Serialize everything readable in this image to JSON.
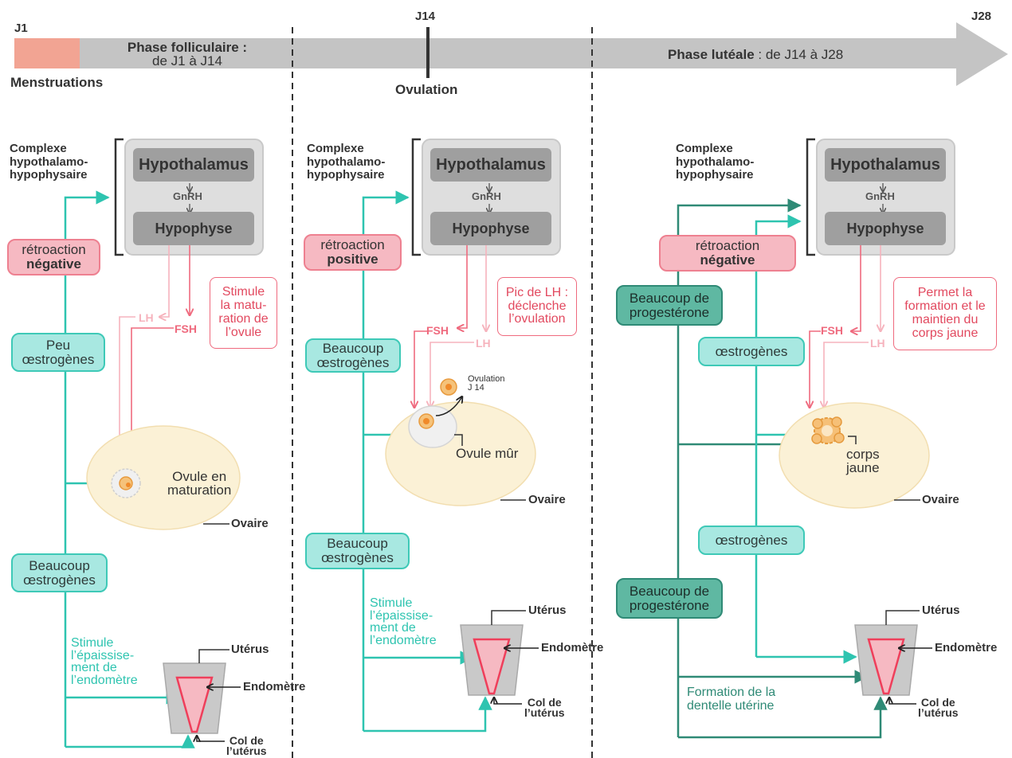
{
  "timeline": {
    "j1": "J1",
    "j14": "J14",
    "j28": "J28",
    "menstruations": "Menstruations",
    "follicular_title": "Phase folliculaire :",
    "follicular_range": "de J1 à J14",
    "ovulation": "Ovulation",
    "luteal_title": "Phase lutéale",
    "luteal_range": " : de J14 à J28"
  },
  "complex_label": [
    "Complexe",
    "hypothalamo-",
    "hypophysaire"
  ],
  "hypothalamus": "Hypothalamus",
  "gnrh": "GnRH",
  "hypophyse": "Hypophyse",
  "lh": "LH",
  "fsh": "FSH",
  "ovaire": "Ovaire",
  "uterus": "Utérus",
  "endometre": "Endomètre",
  "col": [
    "Col de",
    "l’utérus"
  ],
  "panel1": {
    "feedback_line1": "rétroaction",
    "feedback_line2": "négative",
    "note": [
      "Stimule",
      "la matu-",
      "ration de",
      "l’ovule"
    ],
    "estro_low": [
      "Peu",
      "œstrogènes"
    ],
    "estro_high": [
      "Beaucoup",
      "œstrogènes"
    ],
    "ovule": [
      "Ovule en",
      "maturation"
    ],
    "stimule": [
      "Stimule",
      "l’épaissise-",
      "ment de",
      "l’endomètre"
    ]
  },
  "panel2": {
    "feedback_line1": "rétroaction",
    "feedback_line2": "positive",
    "note": [
      "Pic de LH :",
      "déclenche",
      "l’ovulation"
    ],
    "estro1": [
      "Beaucoup",
      "œstrogènes"
    ],
    "estro2": [
      "Beaucoup",
      "œstrogènes"
    ],
    "ovulation_note": [
      "Ovulation",
      "J 14"
    ],
    "ovule": "Ovule mûr",
    "stimule": [
      "Stimule",
      "l’épaissise-",
      "ment de",
      "l’endomètre"
    ]
  },
  "panel3": {
    "feedback_line1": "rétroaction",
    "feedback_line2": "négative",
    "note": [
      "Permet la",
      "formation et le",
      "maintien du",
      "corps jaune"
    ],
    "progest1": [
      "Beaucoup de",
      "progestérone"
    ],
    "progest2": [
      "Beaucoup de",
      "progestérone"
    ],
    "estro1": "œstrogènes",
    "estro2": "œstrogènes",
    "corps": [
      "corps",
      "jaune"
    ],
    "dentelle": [
      "Formation de la",
      "dentelle utérine"
    ]
  },
  "colors": {
    "pink": "#ef6a7e",
    "teal": "#2ec4b0",
    "dark_teal": "#2f8a76",
    "grey_arrow": "#c4c4c4",
    "menses": "#f2a493"
  }
}
